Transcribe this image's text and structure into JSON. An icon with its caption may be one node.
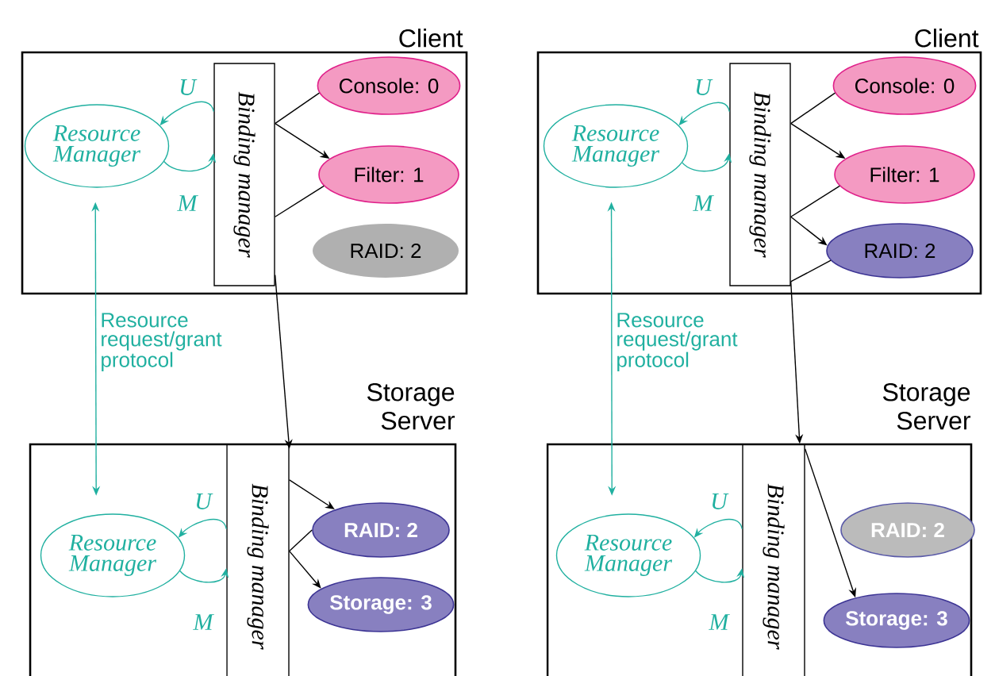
{
  "diagram": {
    "nodes": [
      {
        "text": [
          "Client"
        ]
      },
      {
        "text": [
          "Resource Manager"
        ],
        "in": 0
      },
      {
        "text": [
          "Binding manager"
        ],
        "in": 0
      },
      {
        "text": [
          "Console: 0"
        ],
        "in": 0
      },
      {
        "text": [
          "Filter: 1"
        ],
        "in": 0
      },
      {
        "text": [
          "RAID: 2"
        ],
        "in": 0
      },
      {
        "text": [
          "Storage Server"
        ]
      },
      {
        "text": [
          "Resource Manager"
        ],
        "in": 6
      },
      {
        "text": [
          "Binding manager"
        ],
        "in": 6
      },
      {
        "text": [
          "RAID: 2"
        ],
        "in": 6
      },
      {
        "text": [
          "Storage: 3"
        ],
        "in": 6
      },
      {
        "text": [
          "Client"
        ]
      },
      {
        "text": [
          "Resource Manager"
        ],
        "in": 11
      },
      {
        "text": [
          "Binding manager"
        ],
        "in": 11
      },
      {
        "text": [
          "Console: 0"
        ],
        "in": 11
      },
      {
        "text": [
          "Filter: 1"
        ],
        "in": 11
      },
      {
        "text": [
          "RAID: 2"
        ],
        "in": 11
      },
      {
        "text": [
          "Storage Server"
        ]
      },
      {
        "text": [
          "Resource Manager"
        ],
        "in": 17
      },
      {
        "text": [
          "Binding manager"
        ],
        "in": 17
      },
      {
        "text": [
          "RAID: 2"
        ],
        "in": 17
      },
      {
        "text": [
          "Storage: 3"
        ],
        "in": 17
      }
    ],
    "edges": [
      {
        "from": 2,
        "to": 1,
        "arrow": "to",
        "label": "U",
        "color": "#20b0a0"
      },
      {
        "from": 1,
        "to": 2,
        "arrow": "to",
        "label": "M",
        "color": "#20b0a0"
      },
      {
        "from": 3,
        "to": 2,
        "arrow": "none"
      },
      {
        "from": 2,
        "to": 4,
        "arrow": "to"
      },
      {
        "from": 4,
        "to": 2,
        "arrow": "none"
      },
      {
        "from": 2,
        "to": 8,
        "arrow": "to"
      },
      {
        "from": 1,
        "to": 7,
        "arrow": "both",
        "label": "Resource request/grant protocol",
        "color": "#20b0a0"
      },
      {
        "from": 8,
        "to": 9,
        "arrow": "to"
      },
      {
        "from": 9,
        "to": 8,
        "arrow": "none"
      },
      {
        "from": 8,
        "to": 10,
        "arrow": "to"
      },
      {
        "from": 8,
        "to": 7,
        "arrow": "to",
        "label": "U",
        "color": "#20b0a0"
      },
      {
        "from": 7,
        "to": 8,
        "arrow": "to",
        "label": "M",
        "color": "#20b0a0"
      },
      {
        "from": 13,
        "to": 12,
        "arrow": "to",
        "label": "U",
        "color": "#20b0a0"
      },
      {
        "from": 12,
        "to": 13,
        "arrow": "to",
        "label": "M",
        "color": "#20b0a0"
      },
      {
        "from": 14,
        "to": 13,
        "arrow": "none"
      },
      {
        "from": 13,
        "to": 15,
        "arrow": "to"
      },
      {
        "from": 15,
        "to": 13,
        "arrow": "none"
      },
      {
        "from": 13,
        "to": 16,
        "arrow": "to"
      },
      {
        "from": 16,
        "to": 13,
        "arrow": "none"
      },
      {
        "from": 13,
        "to": 19,
        "arrow": "to"
      },
      {
        "from": 12,
        "to": 18,
        "arrow": "both",
        "label": "Resource request/grant protocol",
        "color": "#20b0a0"
      },
      {
        "from": 19,
        "to": 18,
        "arrow": "to",
        "label": "U",
        "color": "#20b0a0"
      },
      {
        "from": 18,
        "to": 19,
        "arrow": "to",
        "label": "M",
        "color": "#20b0a0"
      },
      {
        "from": 19,
        "to": 21,
        "arrow": "to"
      }
    ]
  }
}
